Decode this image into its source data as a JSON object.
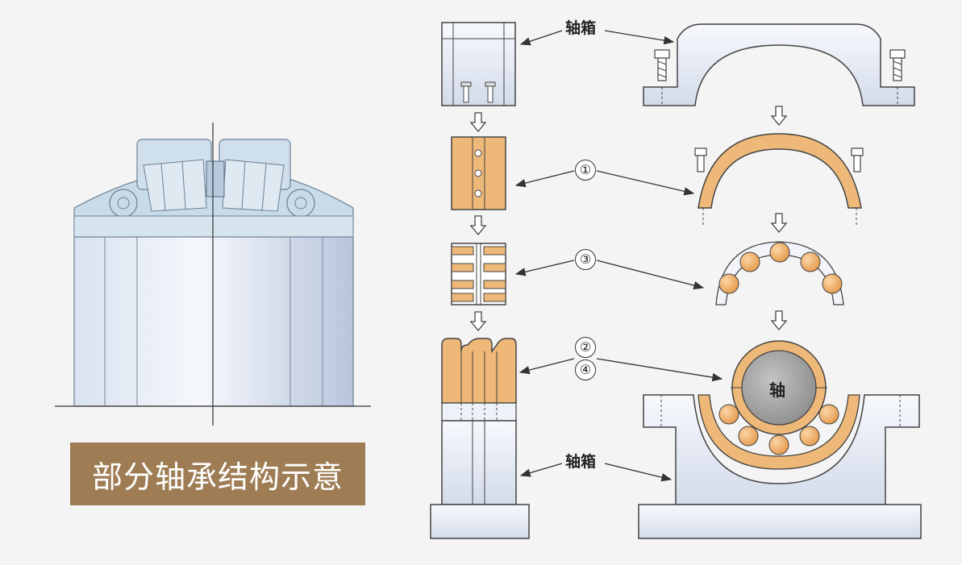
{
  "caption": "部分轴承结构示意",
  "labels": {
    "housing_top": "轴箱",
    "housing_bottom": "轴箱",
    "shaft": "轴"
  },
  "callouts": {
    "outer_ring": "①",
    "rollers": "③",
    "inner_ring": "②",
    "inner_ring_alt": "④"
  },
  "colors": {
    "background": "#f4f4f4",
    "caption_bg": "#9e7d54",
    "bearing_orange": "#eeb878",
    "roller_ball": "#f0b26f",
    "housing_blue_light": "#eef1f8",
    "housing_blue_dark": "#9fb0cf",
    "shaft_gray": "#9a9a9a",
    "line": "#333333"
  },
  "icons": [
    "down-arrow-icon",
    "bolt-icon"
  ]
}
